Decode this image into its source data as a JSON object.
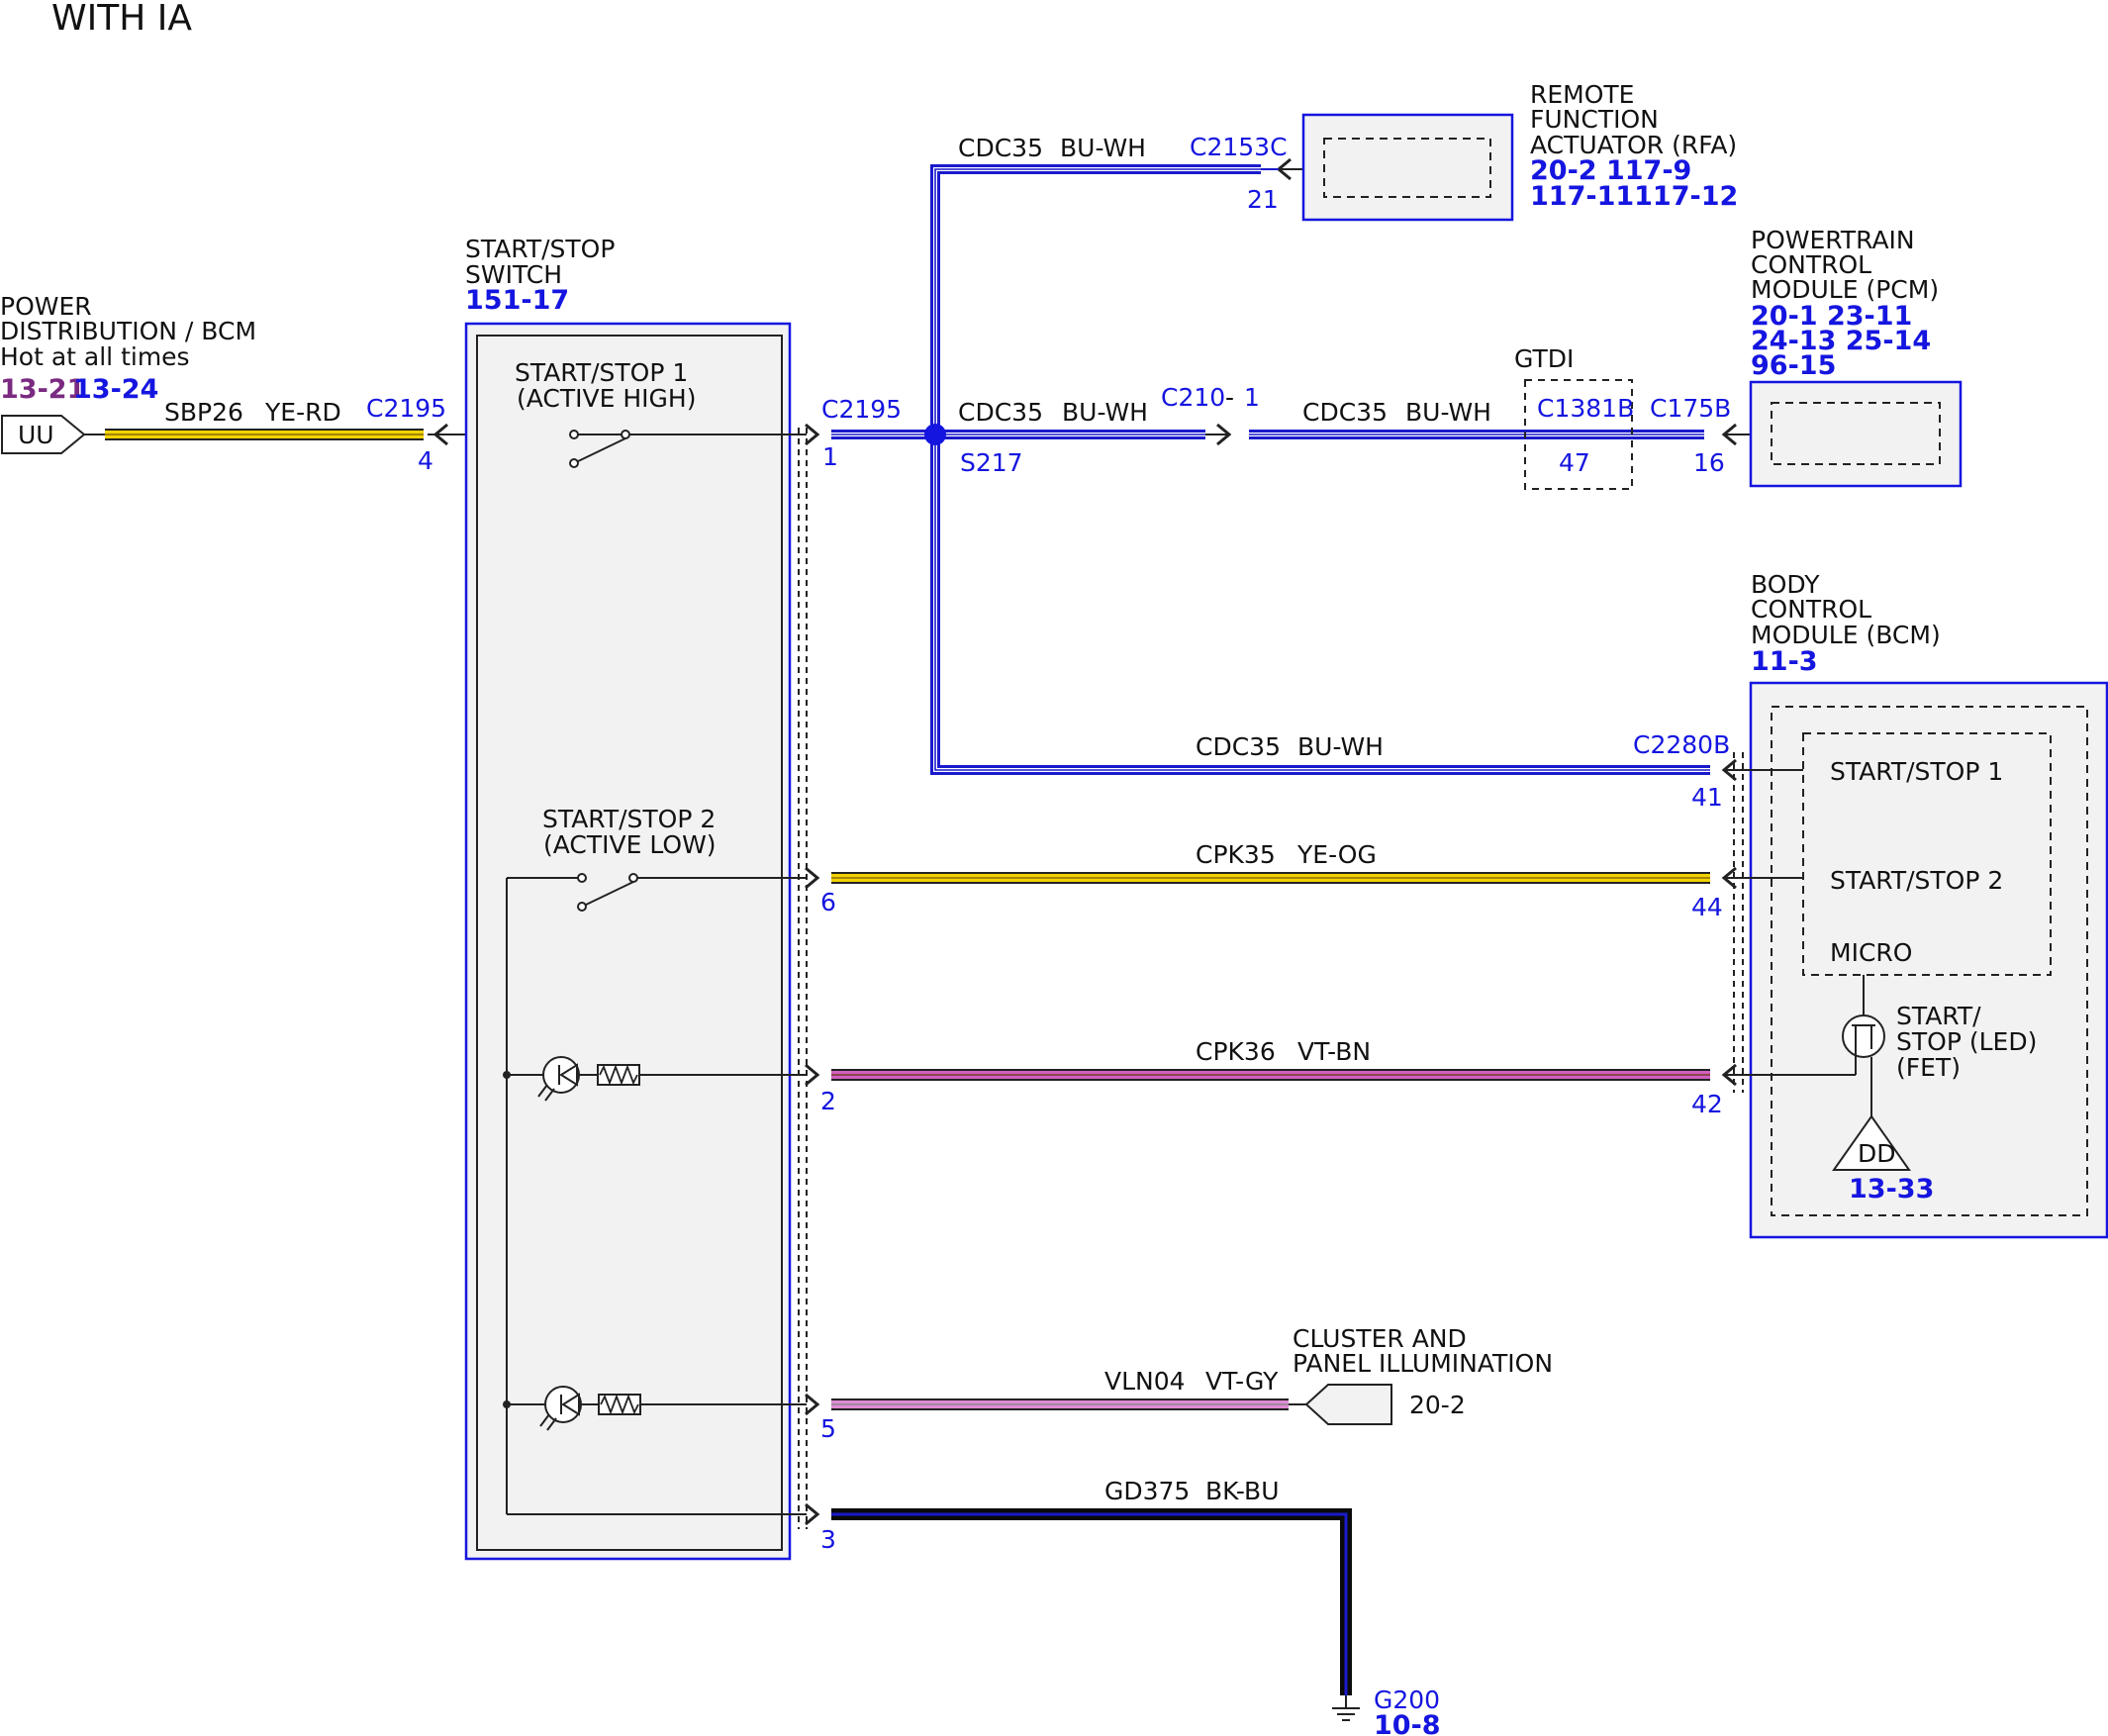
{
  "page_title": "WITH IA",
  "colors": {
    "wire_blue": "#1a1acc",
    "wire_yellow": "#f2d200",
    "wire_violet": "#d060c0",
    "wire_violet_light": "#e08ad6",
    "wire_black": "#0a0a0a",
    "link_blue": "#1515e0",
    "link_purple": "#7a2a80",
    "component_fill": "#f2f2f2"
  },
  "power": {
    "lines": [
      "POWER",
      "DISTRIBUTION / BCM",
      "Hot at all times"
    ],
    "ref_a": "13-21",
    "ref_b": "13-24",
    "terminal": "UU",
    "circuit": "SBP26",
    "color": "YE-RD",
    "connector": "C2195",
    "pin": "4"
  },
  "switch": {
    "title_lines": [
      "START/STOP",
      "SWITCH"
    ],
    "ref": "151-17",
    "sw1_lines": [
      "START/STOP 1",
      "(ACTIVE HIGH)"
    ],
    "sw2_lines": [
      "START/STOP 2",
      "(ACTIVE LOW)"
    ]
  },
  "rfa": {
    "name_lines": [
      "REMOTE",
      "FUNCTION",
      "ACTUATOR (RFA)"
    ],
    "refs_line1": "20-2  117-9",
    "refs_line2": "117-11117-12",
    "connector": "C2153C",
    "pin": "21"
  },
  "pcm": {
    "name_lines": [
      "POWERTRAIN",
      "CONTROL",
      "MODULE (PCM)"
    ],
    "refs": [
      "20-1  23-11",
      "24-13 25-14",
      "96-15"
    ],
    "connector": "C175B",
    "pin": "16"
  },
  "gtdi": {
    "label": "GTDI",
    "connector": "C1381B",
    "pin": "47"
  },
  "inline": {
    "connector": "C210",
    "sep": "-",
    "pin": "1"
  },
  "splice": {
    "name": "S217",
    "connector": "C2195",
    "pin": "1"
  },
  "bcm": {
    "name_lines": [
      "BODY",
      "CONTROL",
      "MODULE (BCM)"
    ],
    "ref": "11-3",
    "connector": "C2280B",
    "inputs": [
      "START/STOP 1",
      "START/STOP 2",
      "MICRO"
    ],
    "fet_lines": [
      "START/",
      "STOP (LED)",
      "(FET)"
    ],
    "dd": "DD",
    "dd_ref": "13-33"
  },
  "wires": {
    "rfa_branch": {
      "circuit": "CDC35",
      "color": "BU-WH"
    },
    "pcm_a": {
      "circuit": "CDC35",
      "color": "BU-WH"
    },
    "pcm_b": {
      "circuit": "CDC35",
      "color": "BU-WH"
    },
    "bcm_41": {
      "circuit": "CDC35",
      "color": "BU-WH",
      "pin": "41"
    },
    "bcm_44": {
      "circuit": "CPK35",
      "color": "YE-OG",
      "pin_left": "6",
      "pin_right": "44"
    },
    "bcm_42": {
      "circuit": "CPK36",
      "color": "VT-BN",
      "pin_left": "2",
      "pin_right": "42"
    },
    "illum": {
      "circuit": "VLN04",
      "color": "VT-GY",
      "pin_left": "5"
    },
    "ground": {
      "circuit": "GD375",
      "color": "BK-BU",
      "pin_left": "3"
    }
  },
  "cluster": {
    "name_lines": [
      "CLUSTER AND",
      "PANEL ILLUMINATION"
    ],
    "ref": "20-2"
  },
  "ground": {
    "name": "G200",
    "ref": "10-8"
  }
}
